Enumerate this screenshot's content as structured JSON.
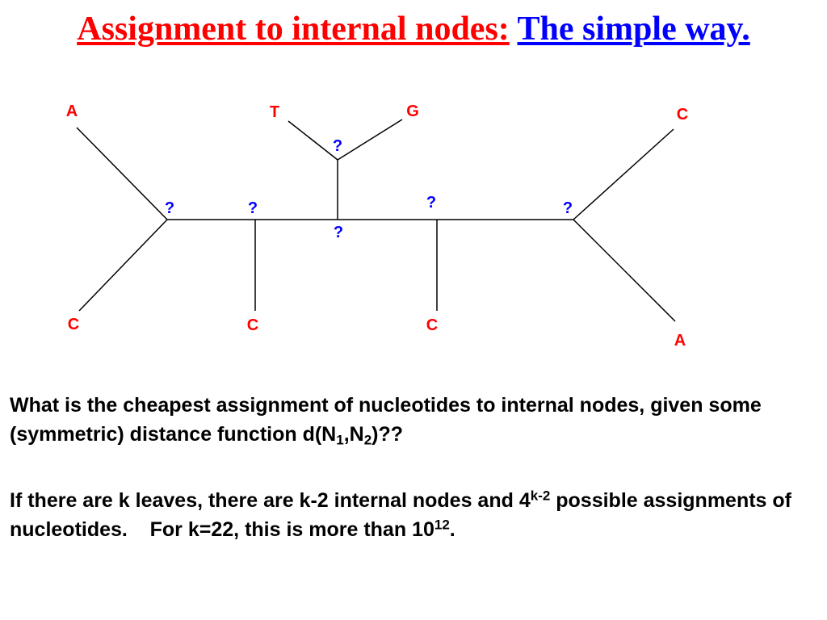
{
  "title": {
    "part1": "Assignment to internal nodes:",
    "part2": "The simple way."
  },
  "colors": {
    "title_main": "#ff0000",
    "title_accent": "#0000ff",
    "node_label": "#ff0000",
    "edge": "#000000",
    "body_text": "#000000"
  },
  "tree": {
    "leaves": {
      "top_left": "A",
      "top_mid_left": "T",
      "top_mid_right": "G",
      "top_right": "C",
      "bottom_left": "C",
      "bottom_mid_left": "C",
      "bottom_mid_right": "C",
      "bottom_right": "A"
    },
    "internal": {
      "n_left": "?",
      "n_mid_left": "?",
      "n_top": "?",
      "n_center": "?",
      "n_mid_right": "?",
      "n_right": "?"
    }
  },
  "text": {
    "p1_a": "What is the cheapest assignment of nucleotides to internal nodes, given some (symmetric) distance function d(N",
    "p1_sub1": "1",
    "p1_b": ",N",
    "p1_sub2": "2",
    "p1_c": ")??",
    "p2_a": "If there are k leaves, there are k-2 internal nodes and 4",
    "p2_sup1": "k-2",
    "p2_b": " possible assignments of nucleotides.    For k=22, this is more than 10",
    "p2_sup2": "12",
    "p2_c": "."
  }
}
